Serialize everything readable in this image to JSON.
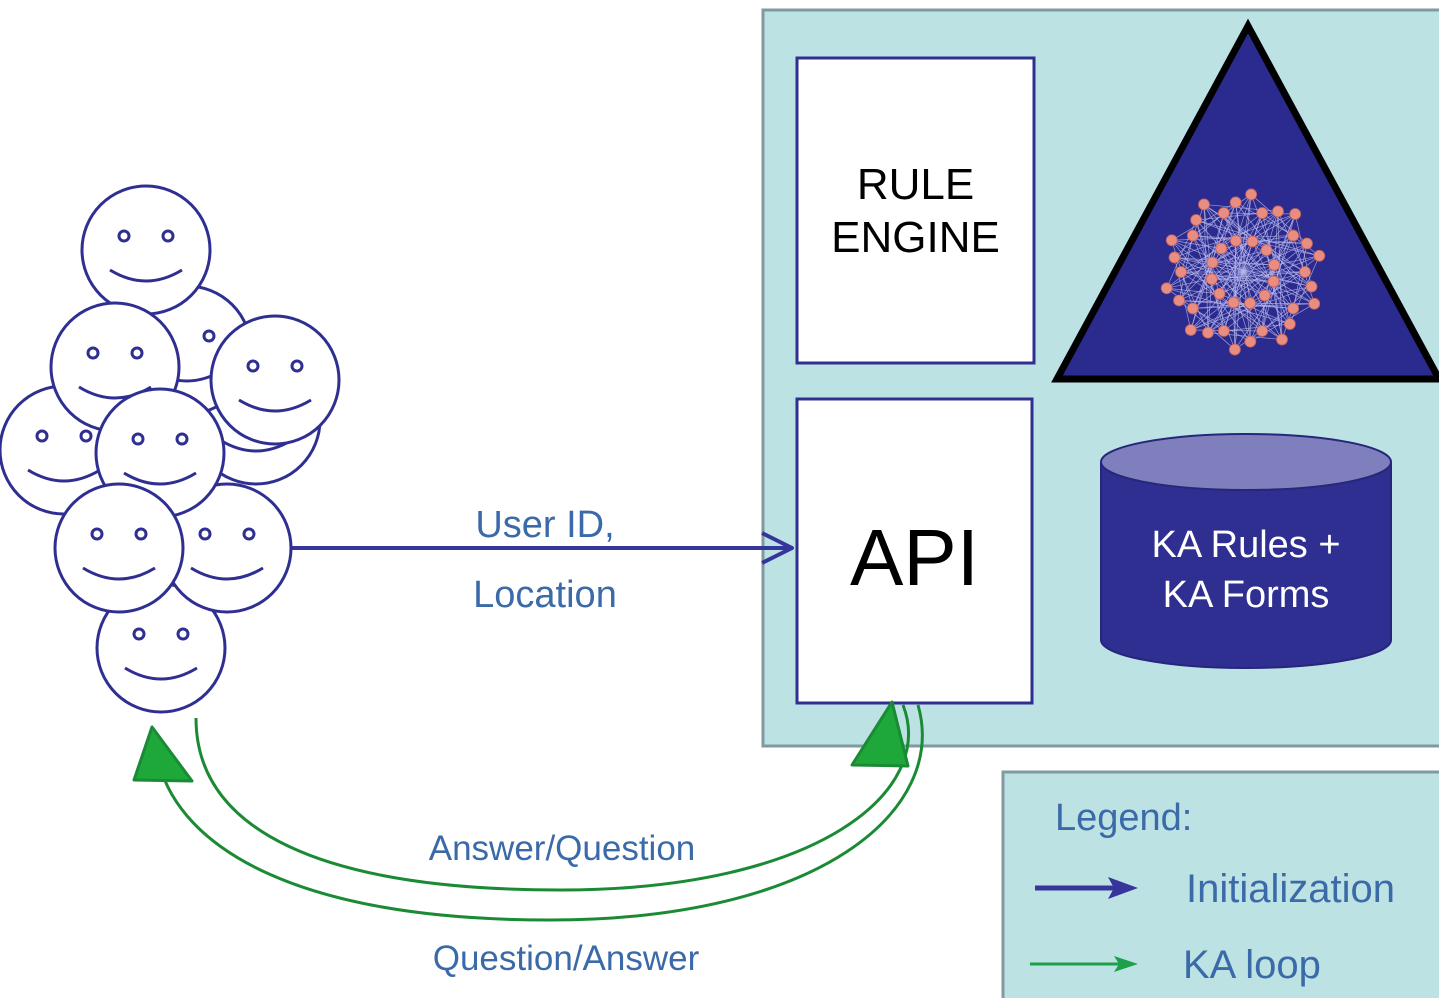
{
  "system": {
    "rule_engine_label_line1": "RULE",
    "rule_engine_label_line2": "ENGINE",
    "api_label": "API",
    "db_label_line1": "KA Rules +",
    "db_label_line2": "KA Forms"
  },
  "arrows": {
    "init_label_line1": "User ID,",
    "init_label_line2": "Location",
    "loop_inner_label": "Answer/Question",
    "loop_outer_label": "Question/Answer"
  },
  "legend": {
    "title": "Legend:",
    "items": [
      {
        "label": "Initialization",
        "color": "#35359b"
      },
      {
        "label": "KA loop",
        "color": "#1ea04a"
      }
    ]
  },
  "colors": {
    "navy": "#2f2f92",
    "system_bg": "#bde2e4",
    "system_border": "#7f9aa0",
    "green": "#1b8a35",
    "green_fill": "#1fa83a",
    "node": "#e88d82"
  }
}
